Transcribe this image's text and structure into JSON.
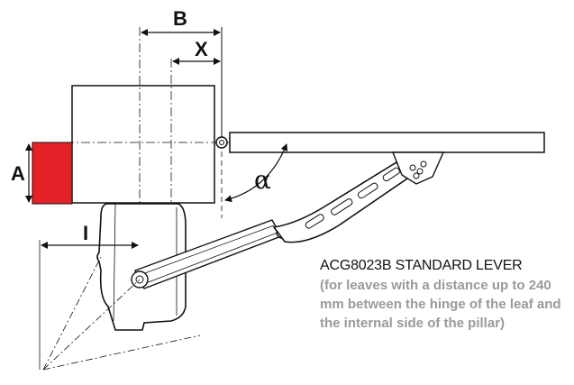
{
  "dimensions": {
    "b": "B",
    "x": "X",
    "a": "A",
    "i": "I",
    "alpha": "α"
  },
  "caption": {
    "title": "ACG8023B STANDARD LEVER",
    "note": "(for leaves with a distance up to 240 mm between the hinge of the leaf and the internal side of the pillar)"
  },
  "colors": {
    "highlight": "#e32127",
    "line": "#111111",
    "note_text": "#9a9a9a"
  }
}
